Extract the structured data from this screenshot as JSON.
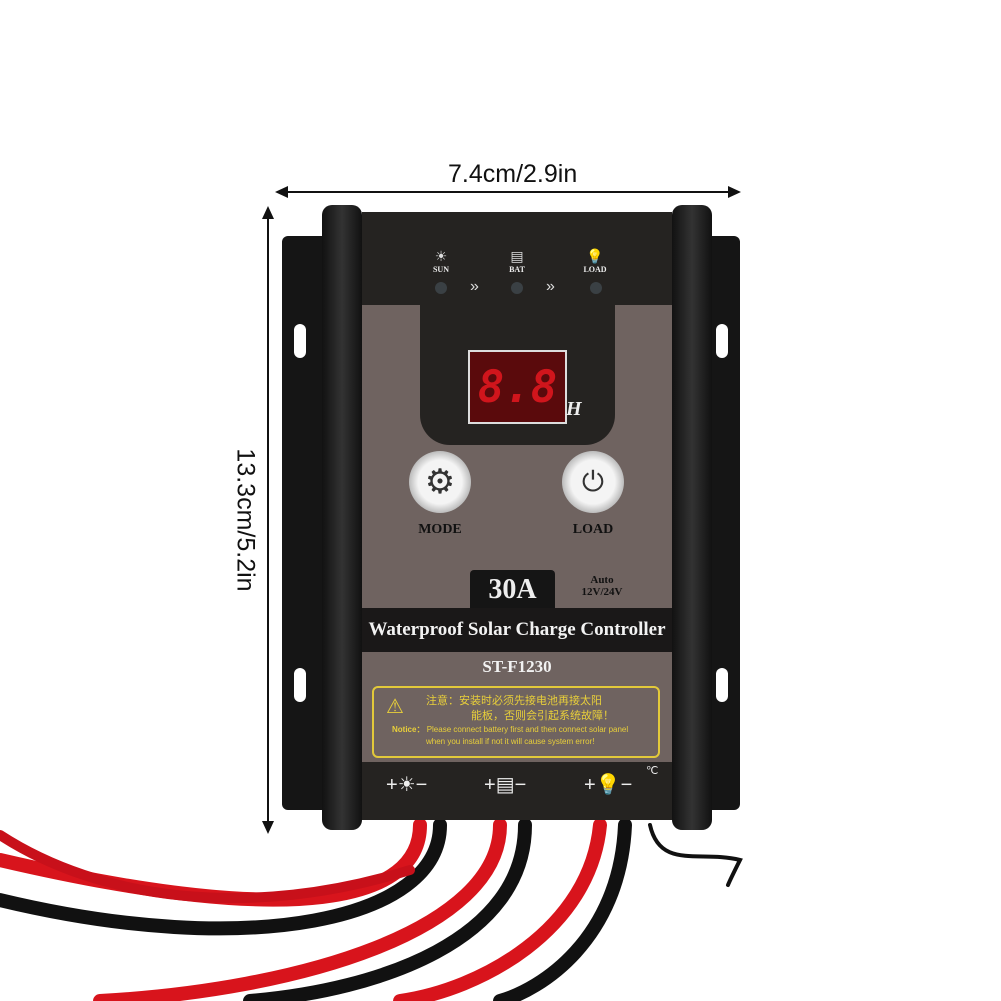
{
  "dimensions": {
    "width": "7.4cm/2.9in",
    "height": "13.3cm/5.2in"
  },
  "indicators": [
    {
      "label": "SUN",
      "icon": "solar-panel-icon"
    },
    {
      "label": "BAT",
      "icon": "battery-icon"
    },
    {
      "label": "LOAD",
      "icon": "bulb-icon"
    }
  ],
  "arrows": "»",
  "display": {
    "value": "8.8",
    "unit": "H",
    "color": "#d0151c"
  },
  "buttons": {
    "mode": "MODE",
    "load": "LOAD"
  },
  "rating": {
    "current": "30A",
    "auto": "Auto",
    "voltage": "12V/24V"
  },
  "title": "Waterproof Solar Charge Controller",
  "model": "ST-F1230",
  "notice": {
    "cn_label": "注意：",
    "cn_line1": "安装时必须先接电池再接太阳",
    "cn_line2": "能板，否则会引起系统故障！",
    "en_label": "Notice：",
    "en_line1": "Please connect battery first and then connect solar panel",
    "en_line2": "when you install if not it will cause system error!"
  },
  "terminals": {
    "plus": "+",
    "minus": "−",
    "temp": "℃"
  }
}
